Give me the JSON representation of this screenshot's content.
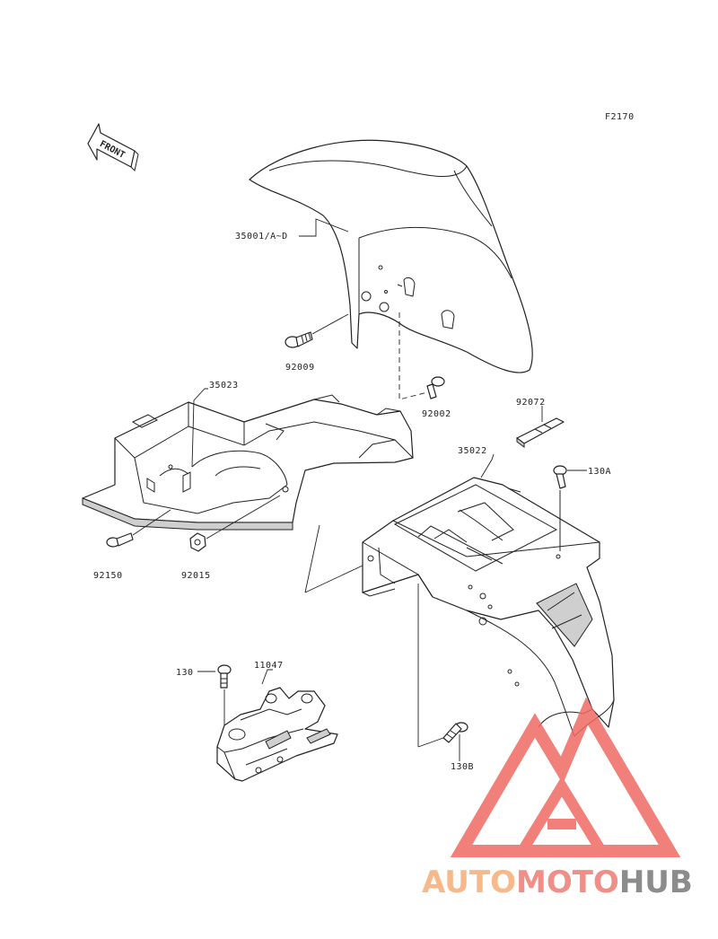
{
  "diagram": {
    "figure_code": "F2170",
    "front_label": "FRONT",
    "parts": {
      "front_fender": "35001/A~D",
      "fender_bolt": "92009",
      "bolt_92002": "92002",
      "inner_fender": "35023",
      "strap": "92072",
      "rear_fender": "35022",
      "bolt_130A": "130A",
      "bolt_92150": "92150",
      "nut_92015": "92015",
      "bolt_130": "130",
      "bracket": "11047",
      "bolt_130B": "130B"
    }
  },
  "watermark": {
    "word_auto": "AUTO",
    "word_moto": "MOTO",
    "word_hub": "HUB",
    "colors": {
      "auto": "#f7b98a",
      "moto": "#f08f88",
      "hub": "#8c8c8c",
      "logo": "#ef6b63"
    }
  }
}
